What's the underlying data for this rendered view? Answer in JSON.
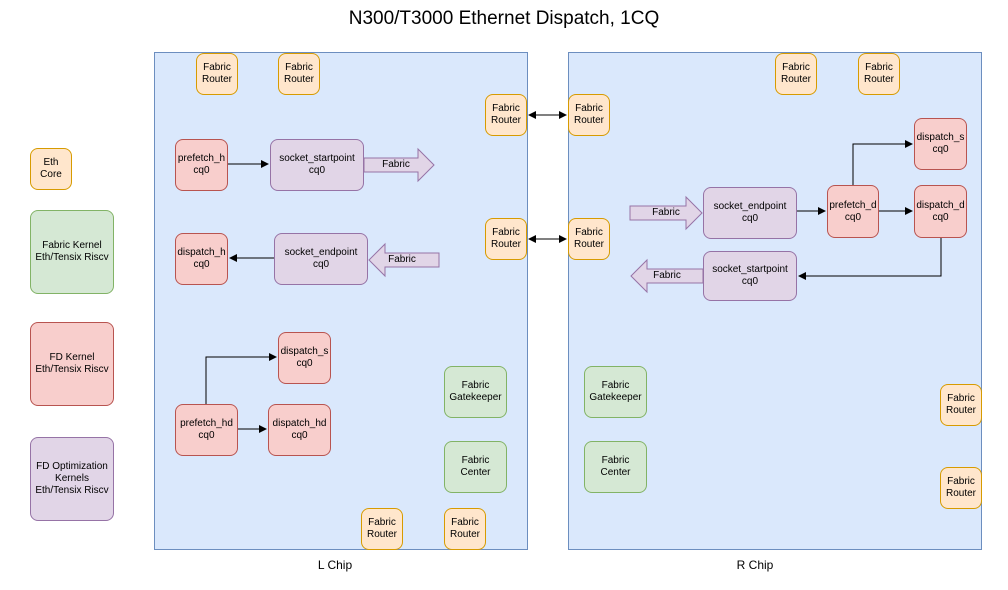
{
  "title": "N300/T3000 Ethernet Dispatch, 1CQ",
  "chips": {
    "left_label": "L Chip",
    "right_label": "R Chip"
  },
  "fabric_router": "Fabric\nRouter",
  "fabric_arrow_label": "Fabric",
  "legend": {
    "eth_core": "Eth\nCore",
    "fabric_kernel": "Fabric Kernel\nEth/Tensix Riscv",
    "fd_kernel": "FD Kernel\nEth/Tensix Riscv",
    "fd_opt": "FD Optimization\nKernels\nEth/Tensix Riscv"
  },
  "left": {
    "prefetch_h": "prefetch_h\ncq0",
    "socket_startpoint": "socket_startpoint\ncq0",
    "dispatch_h": "dispatch_h\ncq0",
    "socket_endpoint": "socket_endpoint\ncq0",
    "dispatch_s": "dispatch_s\ncq0",
    "prefetch_hd": "prefetch_hd\ncq0",
    "dispatch_hd": "dispatch_hd\ncq0",
    "gatekeeper": "Fabric\nGatekeeper",
    "center": "Fabric\nCenter"
  },
  "right": {
    "socket_endpoint": "socket_endpoint\ncq0",
    "prefetch_d": "prefetch_d\ncq0",
    "dispatch_s": "dispatch_s\ncq0",
    "dispatch_d": "dispatch_d\ncq0",
    "socket_startpoint": "socket_startpoint\ncq0",
    "gatekeeper": "Fabric\nGatekeeper",
    "center": "Fabric\nCenter"
  },
  "colors": {
    "chip_fill": "#dae8fc",
    "orange": "#ffe6cc",
    "red": "#f8cecc",
    "purple": "#e1d5e7",
    "green": "#d5e8d4"
  }
}
